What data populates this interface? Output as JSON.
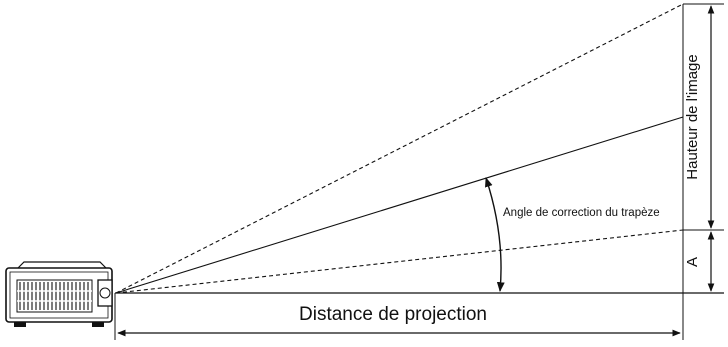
{
  "labels": {
    "image_height": "Hauteur de l'image",
    "keystone_angle": "Angle de correction du trapèze",
    "offset": "A",
    "projection_distance": "Distance de projection"
  },
  "icons": {
    "projector": "projector-icon"
  },
  "colors": {
    "line": "#111111",
    "background": "#ffffff"
  }
}
